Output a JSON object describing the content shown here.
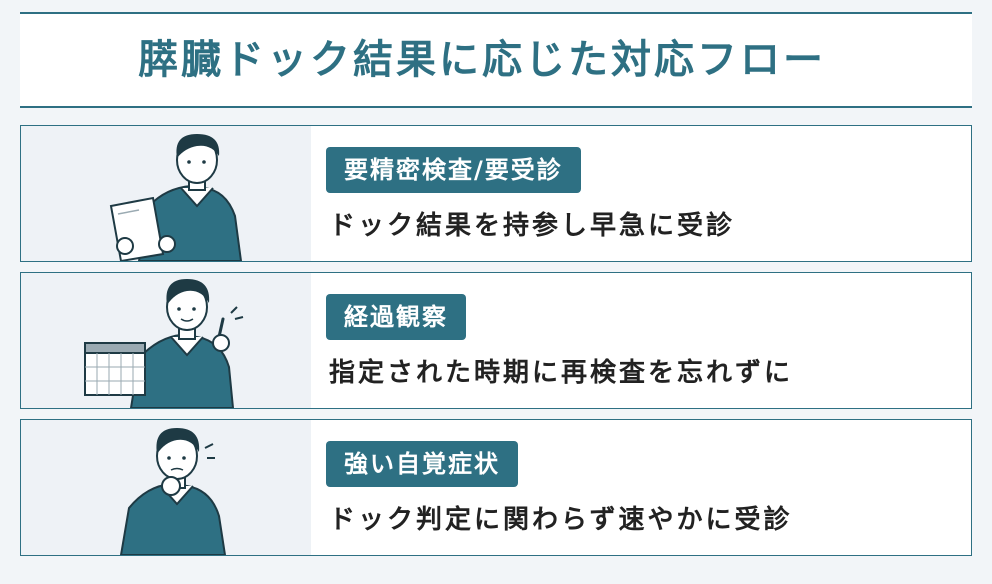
{
  "header": {
    "title": "膵臓ドック結果に応じた対応フロー"
  },
  "cards": [
    {
      "badge": "要精密検査/要受診",
      "description": "ドック結果を持参し早急に受診"
    },
    {
      "badge": "経過観察",
      "description": "指定された時期に再検査を忘れずに"
    },
    {
      "badge": "強い自覚症状",
      "description": "ドック判定に関わらず速やかに受診"
    }
  ],
  "colors": {
    "accent": "#2e7083",
    "text": "#222222",
    "background": "#f2f5f8"
  }
}
